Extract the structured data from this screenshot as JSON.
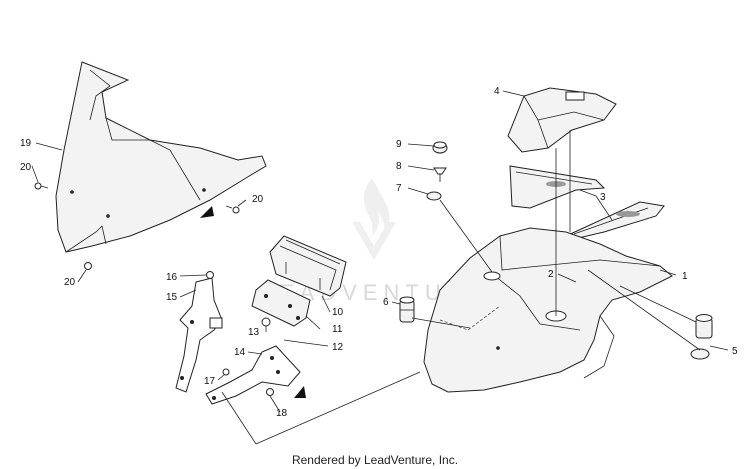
{
  "diagram": {
    "callouts": [
      {
        "id": "c1",
        "text": "1"
      },
      {
        "id": "c2",
        "text": "2"
      },
      {
        "id": "c3",
        "text": "3"
      },
      {
        "id": "c4",
        "text": "4"
      },
      {
        "id": "c5",
        "text": "5"
      },
      {
        "id": "c6",
        "text": "6"
      },
      {
        "id": "c7",
        "text": "7"
      },
      {
        "id": "c8",
        "text": "8"
      },
      {
        "id": "c9",
        "text": "9"
      },
      {
        "id": "c10",
        "text": "10"
      },
      {
        "id": "c11",
        "text": "11"
      },
      {
        "id": "c12",
        "text": "12"
      },
      {
        "id": "c13",
        "text": "13"
      },
      {
        "id": "c14",
        "text": "14"
      },
      {
        "id": "c15",
        "text": "15"
      },
      {
        "id": "c16",
        "text": "16"
      },
      {
        "id": "c17",
        "text": "17"
      },
      {
        "id": "c18",
        "text": "18"
      },
      {
        "id": "c19",
        "text": "19"
      },
      {
        "id": "c20a",
        "text": "20"
      },
      {
        "id": "c20b",
        "text": "20"
      },
      {
        "id": "c20c",
        "text": "20"
      }
    ],
    "watermark": "LEADVENTURE",
    "footer": "Rendered by LeadVenture, Inc."
  }
}
